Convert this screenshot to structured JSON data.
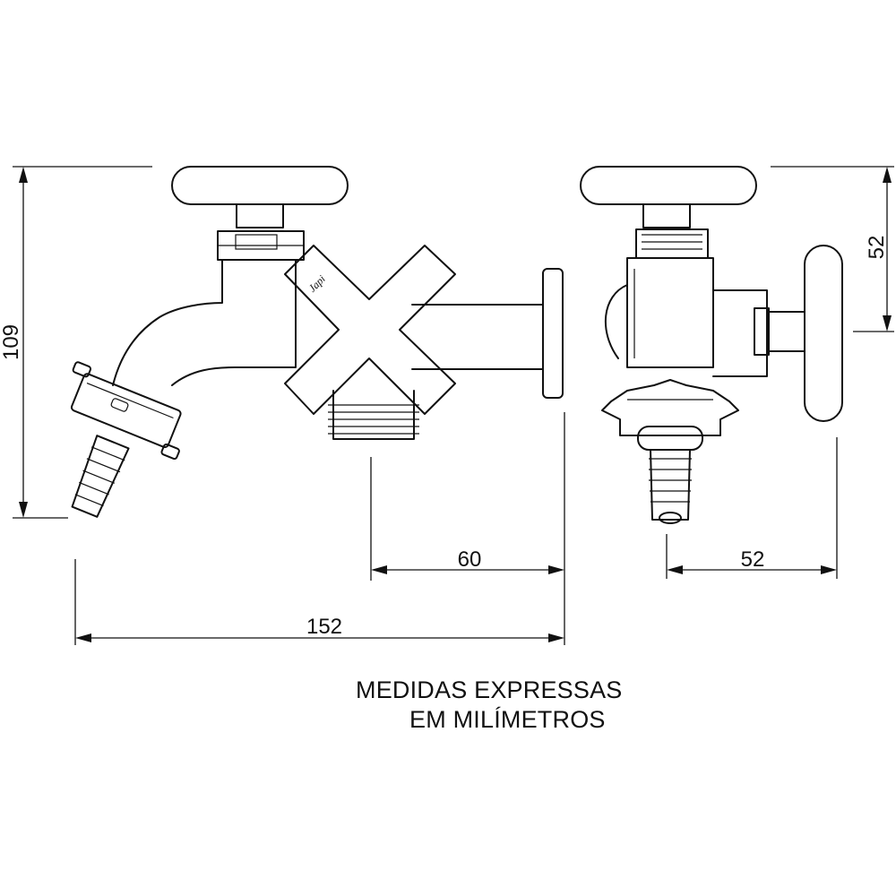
{
  "dimensions": {
    "height_total": "109",
    "height_handle": "52",
    "wall_depth": "60",
    "side_width": "52",
    "overall_length": "152"
  },
  "logo": {
    "text": "Japi"
  },
  "note": {
    "line1": "MEDIDAS EXPRESSAS",
    "line2": "EM MILÍMETROS"
  }
}
